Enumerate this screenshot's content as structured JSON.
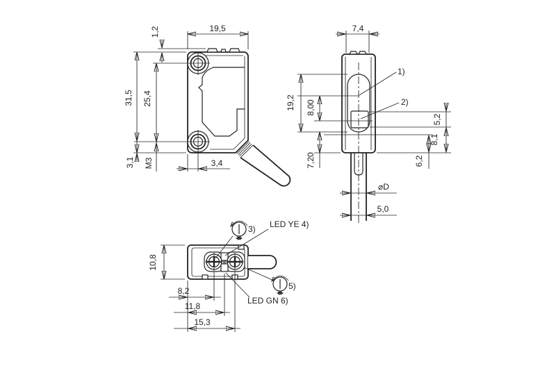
{
  "drawing": {
    "background": "#ffffff",
    "line_color": "#222222",
    "type": "technical-dimension-drawing"
  },
  "front_view": {
    "width": "19,5",
    "tab_height": "1,2",
    "height": "31,5",
    "hole_spacing": "25,4",
    "bottom_to_hole": "3,1",
    "thread_size": "M3",
    "edge_to_hole": "3,4"
  },
  "side_view": {
    "width": "7,4",
    "emitter_axis_height": "19,2",
    "axis_spacing": "8,00",
    "window_to_bottom": "7,20",
    "ref_1": "1)",
    "ref_2": "2)",
    "receiver_window_height": "5,2",
    "window_bottom_offset": "8,1",
    "inner_offset": "6,2",
    "cable_dia_symbol": "⌀D",
    "cable_dia": "5,0"
  },
  "bottom_view": {
    "height": "10,8",
    "adjuster1_offset": "8,2",
    "led_offset": "11,8",
    "adjuster2_offset": "15,3",
    "adjuster1_ref": "3)",
    "led_yellow": "LED YE 4)",
    "adjuster2_ref": "5)",
    "led_green": "LED GN 6)"
  }
}
